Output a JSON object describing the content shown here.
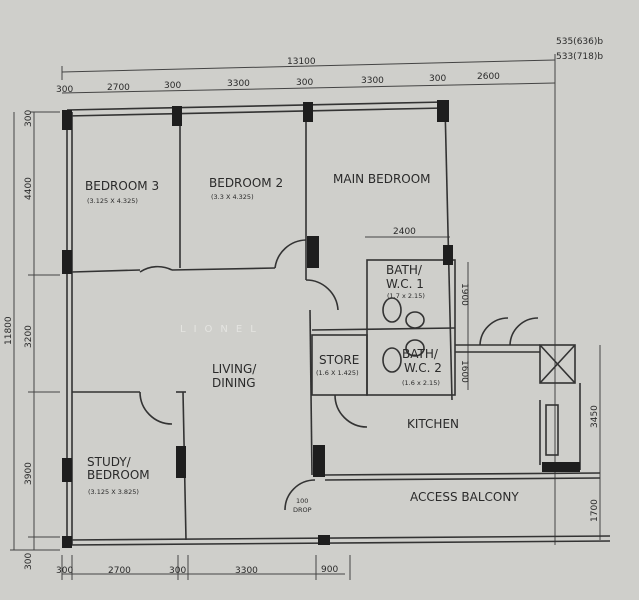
{
  "references": [
    "535(636)b",
    "533(718)b"
  ],
  "watermark": "LIONEL",
  "rooms": {
    "bedroom3": {
      "name": "BEDROOM 3",
      "size": "(3.125 X 4.325)"
    },
    "bedroom2": {
      "name": "BEDROOM 2",
      "size": "(3.3 X 4.325)"
    },
    "main_bedroom": {
      "name": "MAIN BEDROOM"
    },
    "bath1": {
      "name1": "BATH/",
      "name2": "W.C. 1",
      "size": "(1.7 x 2.15)"
    },
    "bath2": {
      "name1": "BATH/",
      "name2": "W.C. 2",
      "size": "(1.6 x 2.15)"
    },
    "store": {
      "name": "STORE",
      "size": "(1.6 X 1.425)"
    },
    "living": {
      "name1": "LIVING/",
      "name2": "DINING"
    },
    "study": {
      "name1": "STUDY/",
      "name2": "BEDROOM",
      "size": "(3.125 X 3.825)"
    },
    "kitchen": {
      "name": "KITCHEN"
    },
    "balcony": {
      "name": "ACCESS BALCONY"
    },
    "drop": {
      "name1": "100",
      "name2": "DROP"
    }
  },
  "dimensions": {
    "top_total": "13100",
    "top": [
      "300",
      "2700",
      "300",
      "3300",
      "300",
      "3300",
      "300",
      "2600"
    ],
    "bottom": [
      "300",
      "2700",
      "300",
      "3300",
      "900"
    ],
    "left_total": "11800",
    "left": [
      "300",
      "4400",
      "3200",
      "3900",
      "300"
    ],
    "bath_width": "2400",
    "bath1_height": "1900",
    "bath2_height": "1600",
    "right": [
      "3450",
      "1700"
    ]
  }
}
